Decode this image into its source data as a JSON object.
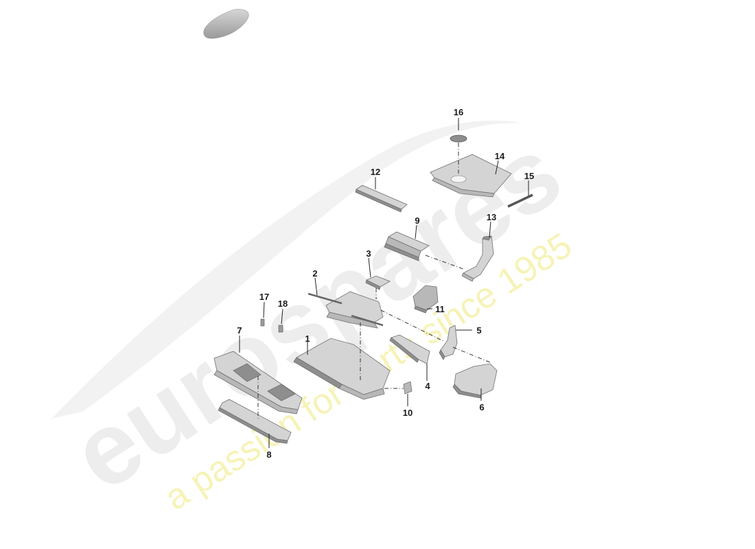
{
  "watermark": {
    "logo": "eurospares",
    "tagline": "a passion for parts since 1985",
    "logo_color": "#e6e6e6",
    "tagline_color": "#f3f0b0"
  },
  "thumbnail": {
    "icon": "car-silhouette-icon"
  },
  "callouts": [
    "1",
    "2",
    "3",
    "4",
    "5",
    "6",
    "7",
    "8",
    "9",
    "10",
    "11",
    "12",
    "13",
    "14",
    "15",
    "16",
    "17",
    "18"
  ],
  "colors": {
    "part_fill": "#c8c8c8",
    "part_shadow": "#8e8e8e",
    "line": "#222222"
  }
}
